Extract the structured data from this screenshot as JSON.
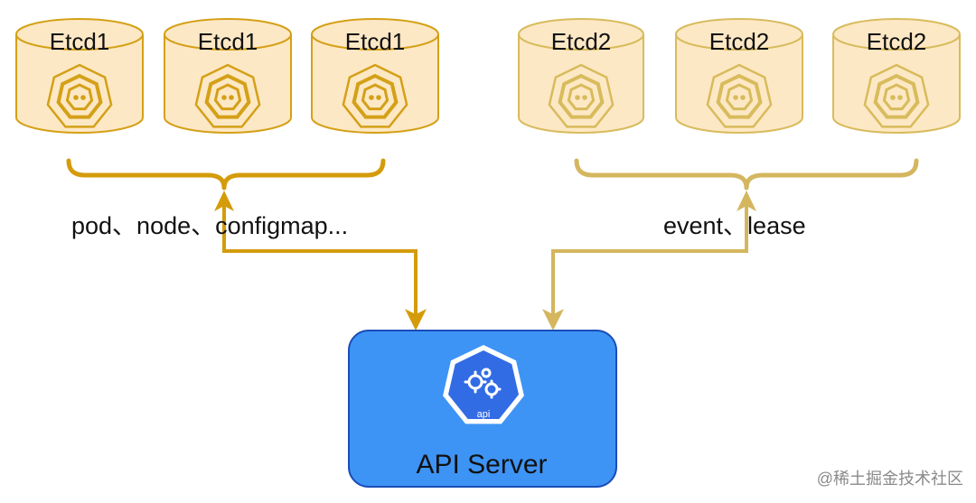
{
  "colors": {
    "cylinder_fill": "#fde8c5",
    "etcd1_stroke": "#d4a017",
    "etcd2_stroke": "#d8bb5c",
    "etcd1_arrow": "#d49c0b",
    "etcd2_arrow": "#d4b65e",
    "api_fill": "#3e94f5",
    "api_stroke": "#1a4db8",
    "text": "#111111",
    "watermark": "#8a8a8a"
  },
  "clusters": {
    "etcd1": {
      "nodes": [
        {
          "label": "Etcd1",
          "icon": "etcd-heptagon-icon"
        },
        {
          "label": "Etcd1",
          "icon": "etcd-heptagon-icon"
        },
        {
          "label": "Etcd1",
          "icon": "etcd-heptagon-icon"
        }
      ],
      "resources_label": "pod、node、configmap..."
    },
    "etcd2": {
      "nodes": [
        {
          "label": "Etcd2",
          "icon": "etcd-heptagon-icon"
        },
        {
          "label": "Etcd2",
          "icon": "etcd-heptagon-icon"
        },
        {
          "label": "Etcd2",
          "icon": "etcd-heptagon-icon"
        }
      ],
      "resources_label": "event、lease"
    }
  },
  "api_server": {
    "label": "API Server",
    "icon_text": "api",
    "icon": "kubernetes-api-icon"
  },
  "watermark": "@稀土掘金技术社区"
}
